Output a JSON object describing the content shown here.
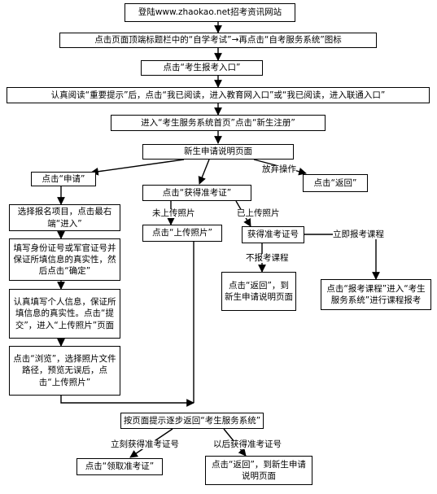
{
  "nodes": {
    "n1": "登陆www.zhaokao.net招考资讯网站",
    "n2": "点击页面顶端标题栏中的“自学考试”→再点击“自考服务系统”图标",
    "n3": "点击“考生报考入口”",
    "n4": "认真阅读“重要提示”后，点击“我已阅读，进入教育网入口”或“我已阅读，进入联通入口”",
    "n5": "进入“考生服务系统首页”点击“新生注册”",
    "n6": "新生申请说明页面",
    "n7": "点击“申请”",
    "n8": "点击“获得准考证”",
    "n9": "点击“返回”",
    "n10": "选择报名项目，点击最右端“进入”",
    "n11": "点击“上传照片”",
    "n12": "获得准考证号",
    "n13": "填写身份证号或军官证号并保证所填信息的真实性，然后点击“确定”",
    "n14": "点击“返回”，到新生申请说明页面",
    "n15": "点击“报考课程”进入“考生服务系统”进行课程报考",
    "n16": "认真填写个人信息，保证所填信息的真实性。点击“提交”，进入“上传照片”页面",
    "n17": "点击“浏览”，选择照片文件路径，预览无误后，点击“上传照片”",
    "n18": "按页面提示逐步返回“考生服务系统”",
    "n19": "点击“领取准考证”",
    "n20": "点击“返回”，到新生申请说明页面"
  },
  "labels": {
    "giveup": "放弃操作",
    "not_uploaded": "未上传照片",
    "uploaded": "已上传照片",
    "apply_now": "立即报考课程",
    "not_apply": "不报考课程",
    "get_now": "立刻获得准考证号",
    "get_later": "以后获得准考证号"
  }
}
